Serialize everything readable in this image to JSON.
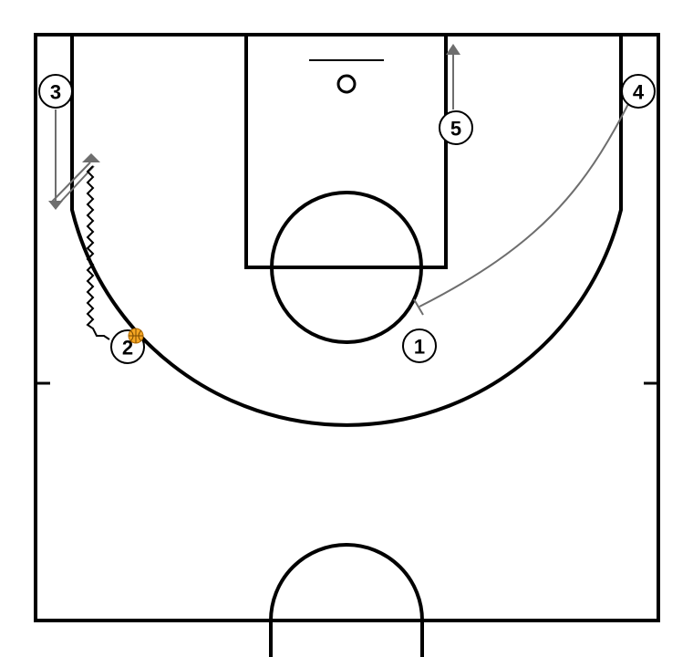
{
  "players": [
    {
      "id": "player-1",
      "label": "1"
    },
    {
      "id": "player-2",
      "label": "2"
    },
    {
      "id": "player-3",
      "label": "3"
    },
    {
      "id": "player-4",
      "label": "4"
    },
    {
      "id": "player-5",
      "label": "5"
    }
  ],
  "ball_holder": "2",
  "colors": {
    "court_lines": "#000000",
    "movement": "#6e6e6e",
    "ball": "#f5a623",
    "background": "#ffffff"
  },
  "icons": {
    "ball": "basketball-icon"
  }
}
